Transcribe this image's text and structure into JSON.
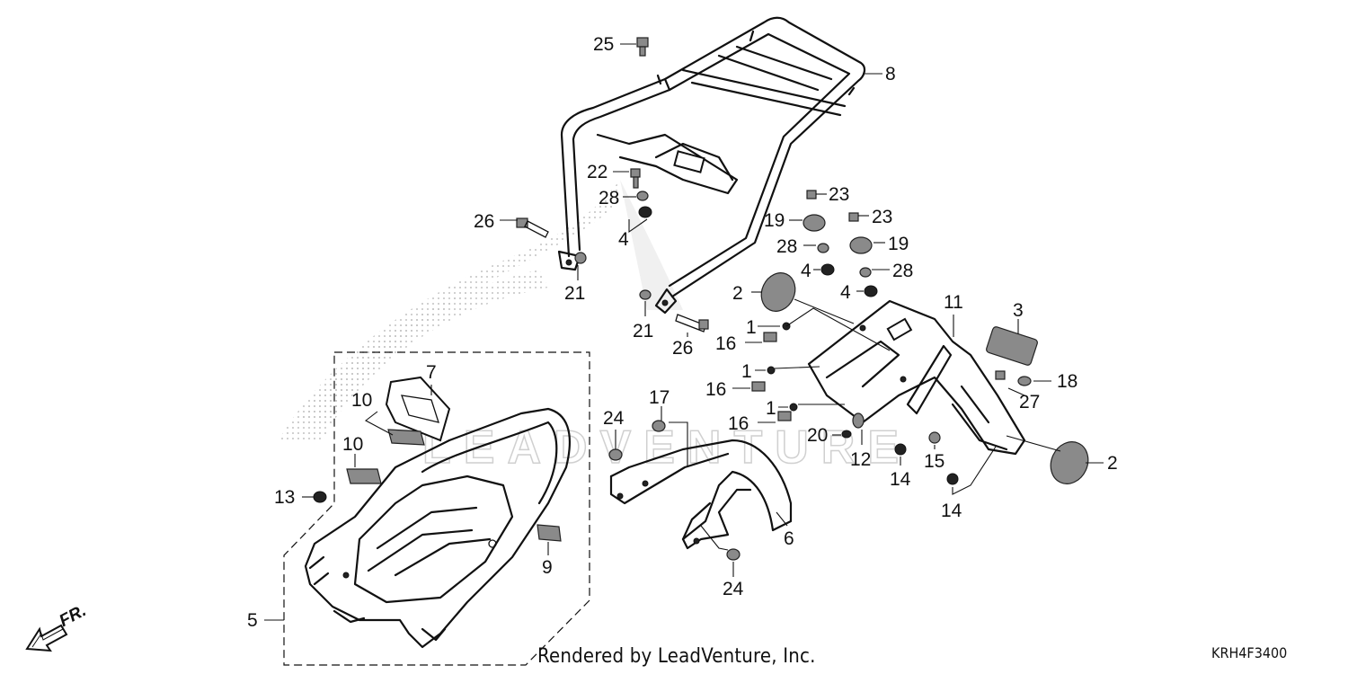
{
  "footer": {
    "credit": "Rendered by LeadVenture, Inc.",
    "diagram_code": "KRH4F3400"
  },
  "direction_indicator": {
    "label": "FR.",
    "icon": "front-arrow-icon"
  },
  "watermark": {
    "text": "LEADVENTURE"
  },
  "callouts": {
    "c25": "25",
    "c8": "8",
    "c22": "22",
    "c28a": "28",
    "c4a": "4",
    "c26a": "26",
    "c21a": "21",
    "c21b": "21",
    "c26b": "26",
    "c23a": "23",
    "c19a": "19",
    "c23b": "23",
    "c28b": "28",
    "c19b": "19",
    "c4b": "4",
    "c28c": "28",
    "c2a": "2",
    "c4c": "4",
    "c1a": "1",
    "c16a": "16",
    "c1b": "1",
    "c16b": "16",
    "c1c": "1",
    "c16c": "16",
    "c11": "11",
    "c3": "3",
    "c18": "18",
    "c27": "27",
    "c7": "7",
    "c10a": "10",
    "c10b": "10",
    "c13": "13",
    "c9": "9",
    "c5": "5",
    "c17": "17",
    "c24a": "24",
    "c24b": "24",
    "c6": "6",
    "c20": "20",
    "c12": "12",
    "c14a": "14",
    "c15": "15",
    "c14b": "14",
    "c2b": "2"
  }
}
